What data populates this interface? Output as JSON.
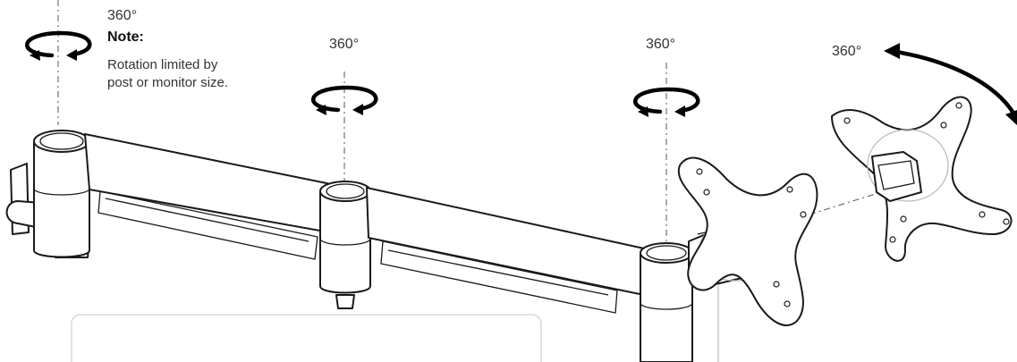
{
  "labels": {
    "rotation_1": "360°",
    "rotation_2": "360°",
    "rotation_3": "360°",
    "rotation_4": "360°"
  },
  "note": {
    "title": "Note:",
    "body": "Rotation limited by post or monitor size."
  },
  "colors": {
    "ink": "#1a1a1a",
    "arrow": "#000000",
    "infobox_border": "#d8d8d8"
  }
}
